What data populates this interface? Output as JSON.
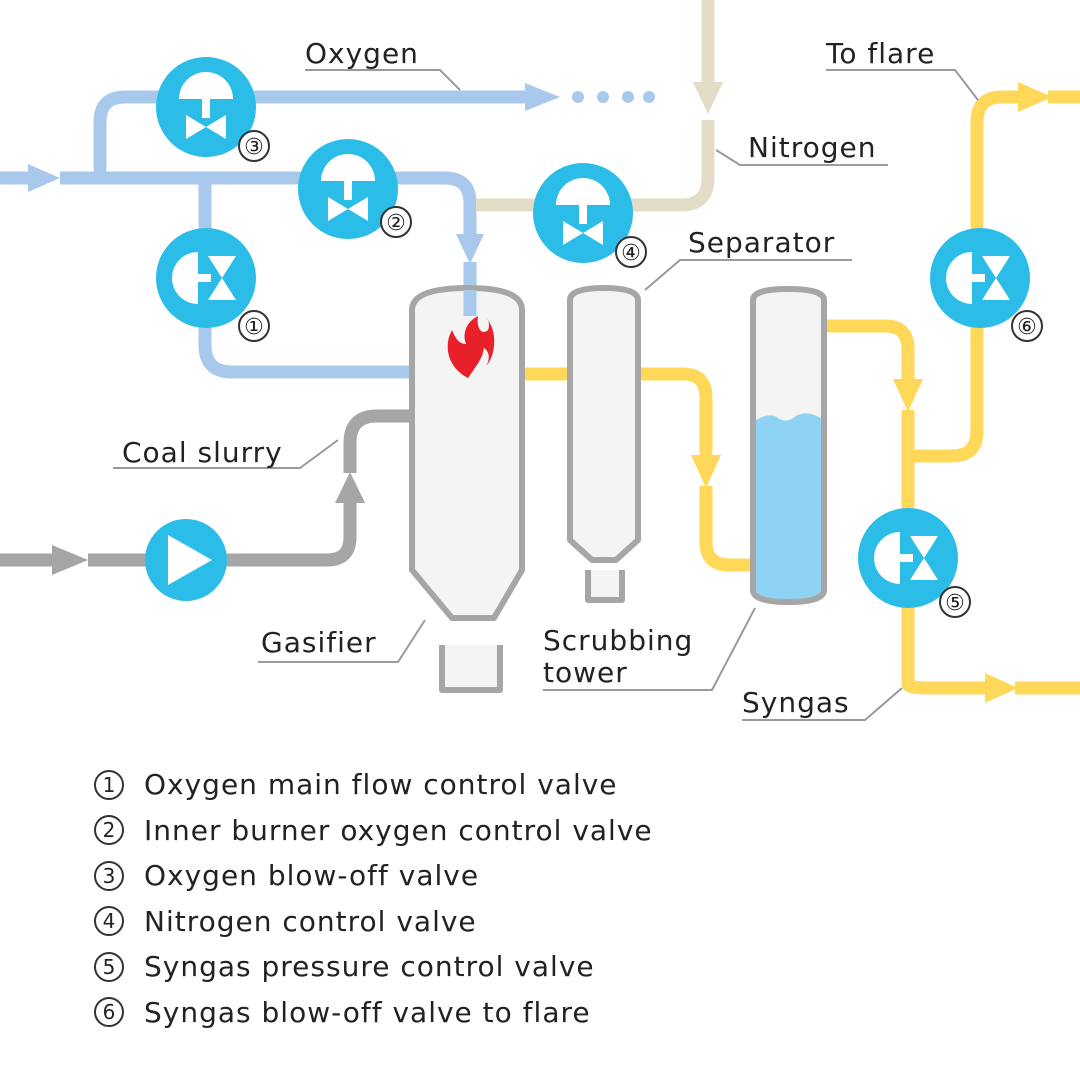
{
  "colors": {
    "oxygen": "#a9c9ec",
    "nitrogen": "#e3dcc6",
    "syngas": "#ffd85a",
    "slurry": "#a6a6a6",
    "valve": "#2bbde8",
    "water": "#8fd3f4",
    "flame": "#e8202a"
  },
  "labels": {
    "oxygen": "Oxygen",
    "to_flare": "To flare",
    "nitrogen": "Nitrogen",
    "separator": "Separator",
    "coal_slurry": "Coal slurry",
    "gasifier": "Gasifier",
    "scrubbing_tower_line1": "Scrubbing",
    "scrubbing_tower_line2": "tower",
    "syngas": "Syngas"
  },
  "valves": [
    {
      "num": "①",
      "name": "Oxygen main flow control valve",
      "icon": "rotary-valve-icon"
    },
    {
      "num": "②",
      "name": "Inner burner oxygen control valve",
      "icon": "diaphragm-valve-icon"
    },
    {
      "num": "③",
      "name": "Oxygen blow-off valve",
      "icon": "diaphragm-valve-icon"
    },
    {
      "num": "④",
      "name": "Nitrogen control valve",
      "icon": "diaphragm-valve-icon"
    },
    {
      "num": "⑤",
      "name": "Syngas pressure control valve",
      "icon": "rotary-valve-icon"
    },
    {
      "num": "⑥",
      "name": "Syngas blow-off valve to flare",
      "icon": "rotary-valve-icon"
    }
  ],
  "pump": {
    "icon": "pump-icon"
  },
  "flame": {
    "icon": "flame-icon"
  }
}
